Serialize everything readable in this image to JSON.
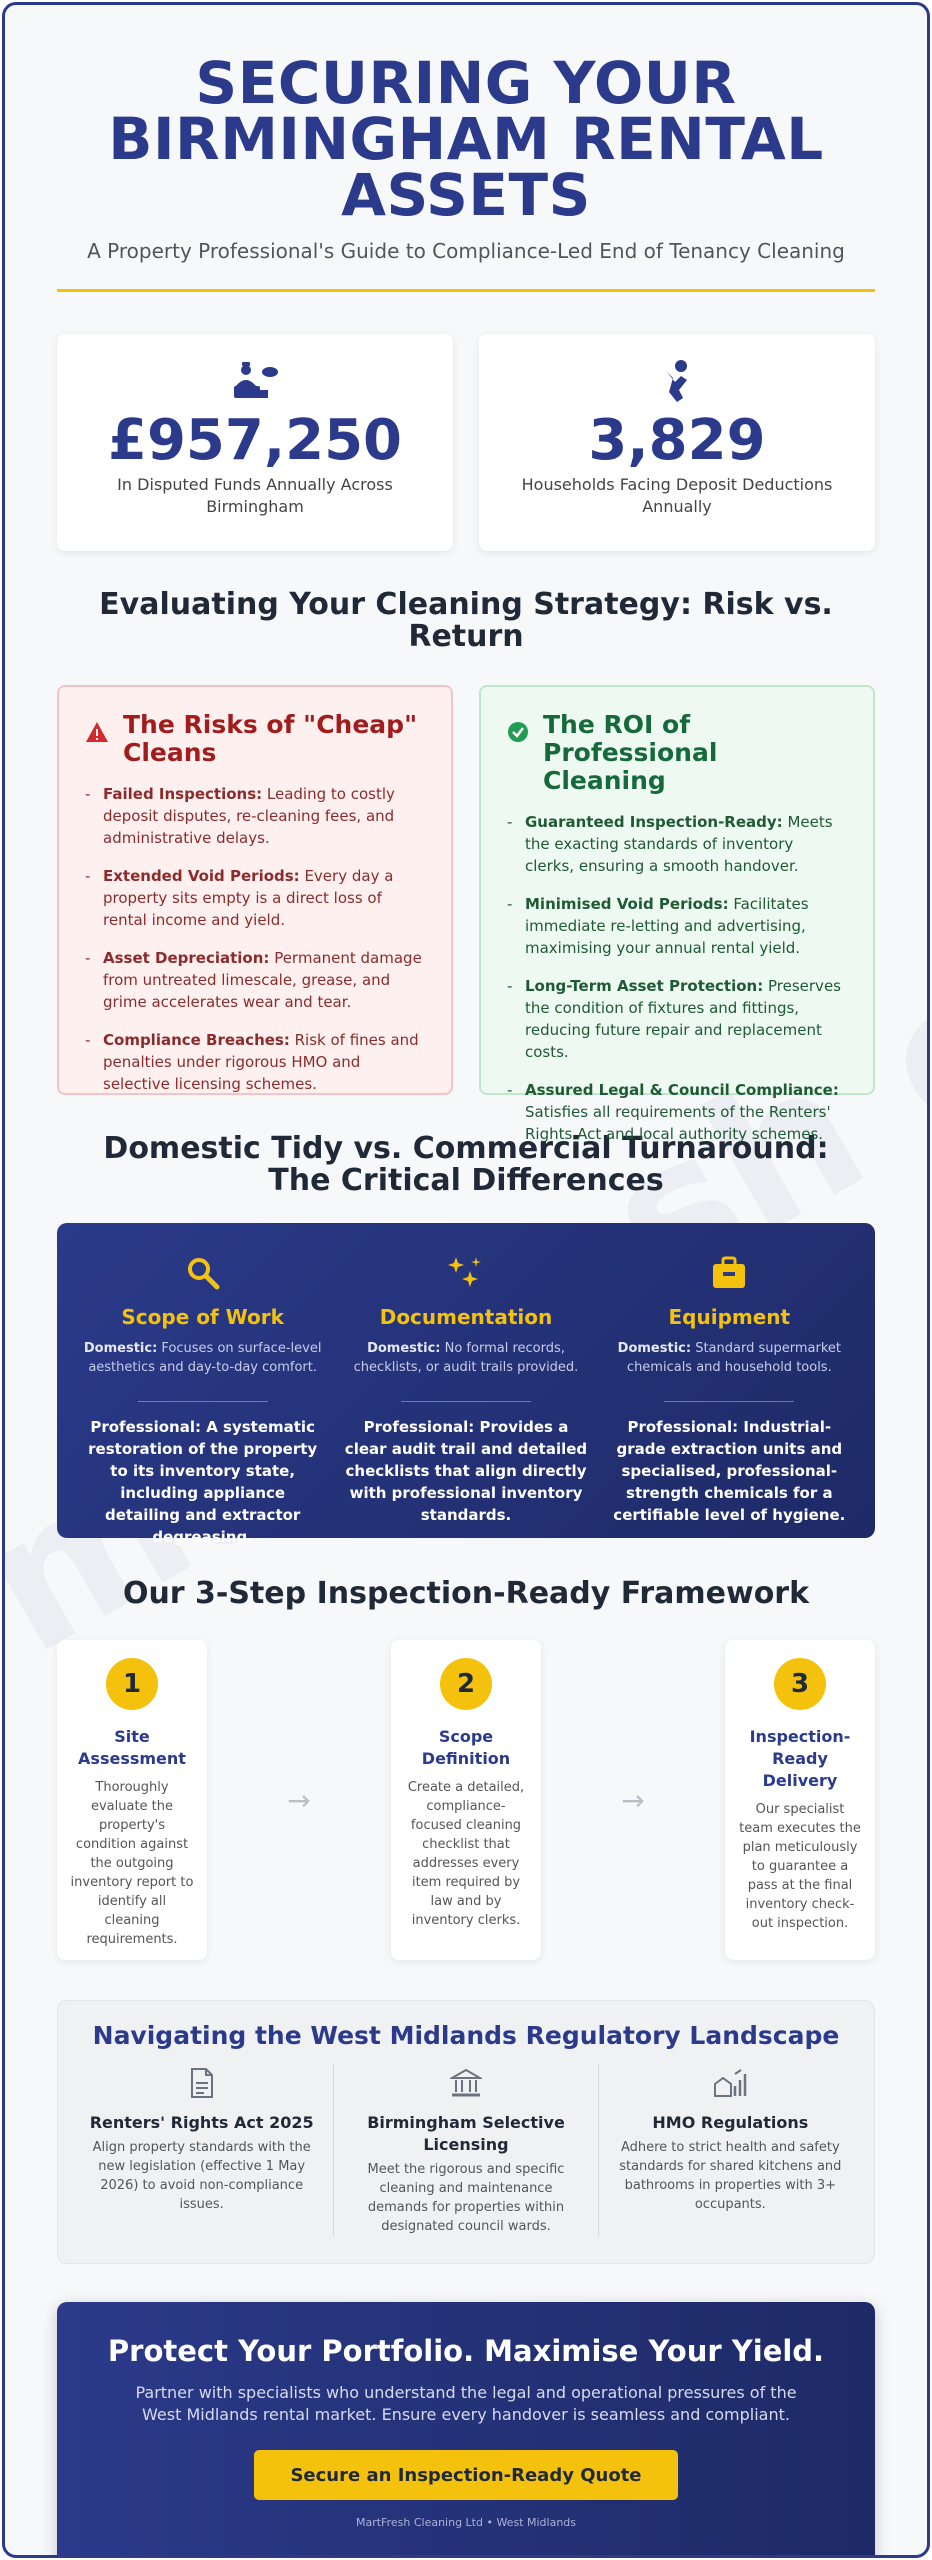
{
  "hero": {
    "title": "SECURING YOUR BIRMINGHAM RENTAL ASSETS",
    "subtitle": "A Property Professional's Guide to Compliance-Led End of Tenancy Cleaning"
  },
  "watermark": "marfresh cleaning",
  "stats": [
    {
      "icon": "cleaning-crew-icon",
      "value": "£957,250",
      "label": "In Disputed Funds Annually Across Birmingham"
    },
    {
      "icon": "hand-coin-icon",
      "value": "3,829",
      "label": "Households Facing Deposit Deductions Annually"
    }
  ],
  "strategy": {
    "title": "Evaluating Your Cleaning Strategy: Risk vs. Return",
    "risks": {
      "title": "The Risks of \"Cheap\" Cleans",
      "items": [
        {
          "head": "Failed Inspections:",
          "text": " Leading to costly deposit disputes, re-cleaning fees, and administrative delays."
        },
        {
          "head": "Extended Void Periods:",
          "text": " Every day a property sits empty is a direct loss of rental income and yield."
        },
        {
          "head": "Asset Depreciation:",
          "text": " Permanent damage from untreated limescale, grease, and grime accelerates wear and tear."
        },
        {
          "head": "Compliance Breaches:",
          "text": " Risk of fines and penalties under rigorous HMO and selective licensing schemes."
        }
      ]
    },
    "roi": {
      "title": "The ROI of Professional Cleaning",
      "items": [
        {
          "head": "Guaranteed Inspection-Ready:",
          "text": " Meets the exacting standards of inventory clerks, ensuring a smooth handover."
        },
        {
          "head": "Minimised Void Periods:",
          "text": " Facilitates immediate re-letting and advertising, maximising your annual rental yield."
        },
        {
          "head": "Long-Term Asset Protection:",
          "text": " Preserves the condition of fixtures and fittings, reducing future repair and replacement costs."
        },
        {
          "head": "Assured Legal & Council Compliance:",
          "text": " Satisfies all requirements of the Renters' Rights Act and local authority schemes."
        }
      ]
    }
  },
  "differences": {
    "title": "Domestic Tidy vs. Commercial Turnaround: The Critical Differences",
    "columns": [
      {
        "icon": "magnifier-icon",
        "title": "Scope of Work",
        "domestic_label": "Domestic:",
        "domestic_text": " Focuses on surface-level aesthetics and day-to-day comfort.",
        "professional": "Professional: A systematic restoration of the property to its inventory state, including appliance detailing and extractor degreasing."
      },
      {
        "icon": "sparkles-icon",
        "title": "Documentation",
        "domestic_label": "Domestic:",
        "domestic_text": " No formal records, checklists, or audit trails provided.",
        "professional": "Professional: Provides a clear audit trail and detailed checklists that align directly with professional inventory standards."
      },
      {
        "icon": "toolbox-icon",
        "title": "Equipment",
        "domestic_label": "Domestic:",
        "domestic_text": " Standard supermarket chemicals and household tools.",
        "professional": "Professional: Industrial-grade extraction units and specialised, professional-strength chemicals for a certifiable level of hygiene."
      }
    ]
  },
  "framework": {
    "title": "Our 3-Step Inspection-Ready Framework",
    "steps": [
      {
        "number": "1",
        "title": "Site Assessment",
        "text": "Thoroughly evaluate the property's condition against the outgoing inventory report to identify all cleaning requirements."
      },
      {
        "number": "2",
        "title": "Scope Definition",
        "text": "Create a detailed, compliance-focused cleaning checklist that addresses every item required by law and by inventory clerks."
      },
      {
        "number": "3",
        "title": "Inspection-Ready Delivery",
        "text": "Our specialist team executes the plan meticulously to guarantee a pass at the final inventory check-out inspection."
      }
    ],
    "arrow": "→"
  },
  "regulations": {
    "title": "Navigating the West Midlands Regulatory Landscape",
    "items": [
      {
        "icon": "document-icon",
        "title": "Renters' Rights Act 2025",
        "text": "Align property standards with the new legislation (effective 1 May 2026) to avoid non-compliance issues."
      },
      {
        "icon": "government-building-icon",
        "title": "Birmingham Selective Licensing",
        "text": "Meet the rigorous and specific cleaning and maintenance demands for properties within designated council wards."
      },
      {
        "icon": "property-chart-icon",
        "title": "HMO Regulations",
        "text": "Adhere to strict health and safety standards for shared kitchens and bathrooms in properties with 3+ occupants."
      }
    ]
  },
  "cta": {
    "title": "Protect Your Portfolio. Maximise Your Yield.",
    "text": "Partner with specialists who understand the legal and operational pressures of the West Midlands rental market. Ensure every handover is seamless and compliant.",
    "button": "Secure an Inspection-Ready Quote",
    "footer": "MartFresh Cleaning Ltd • West Midlands"
  },
  "colors": {
    "navy": "#2b3a8a",
    "gold": "#f4c20d",
    "risk": "#a11d1d",
    "roi": "#15693a"
  }
}
